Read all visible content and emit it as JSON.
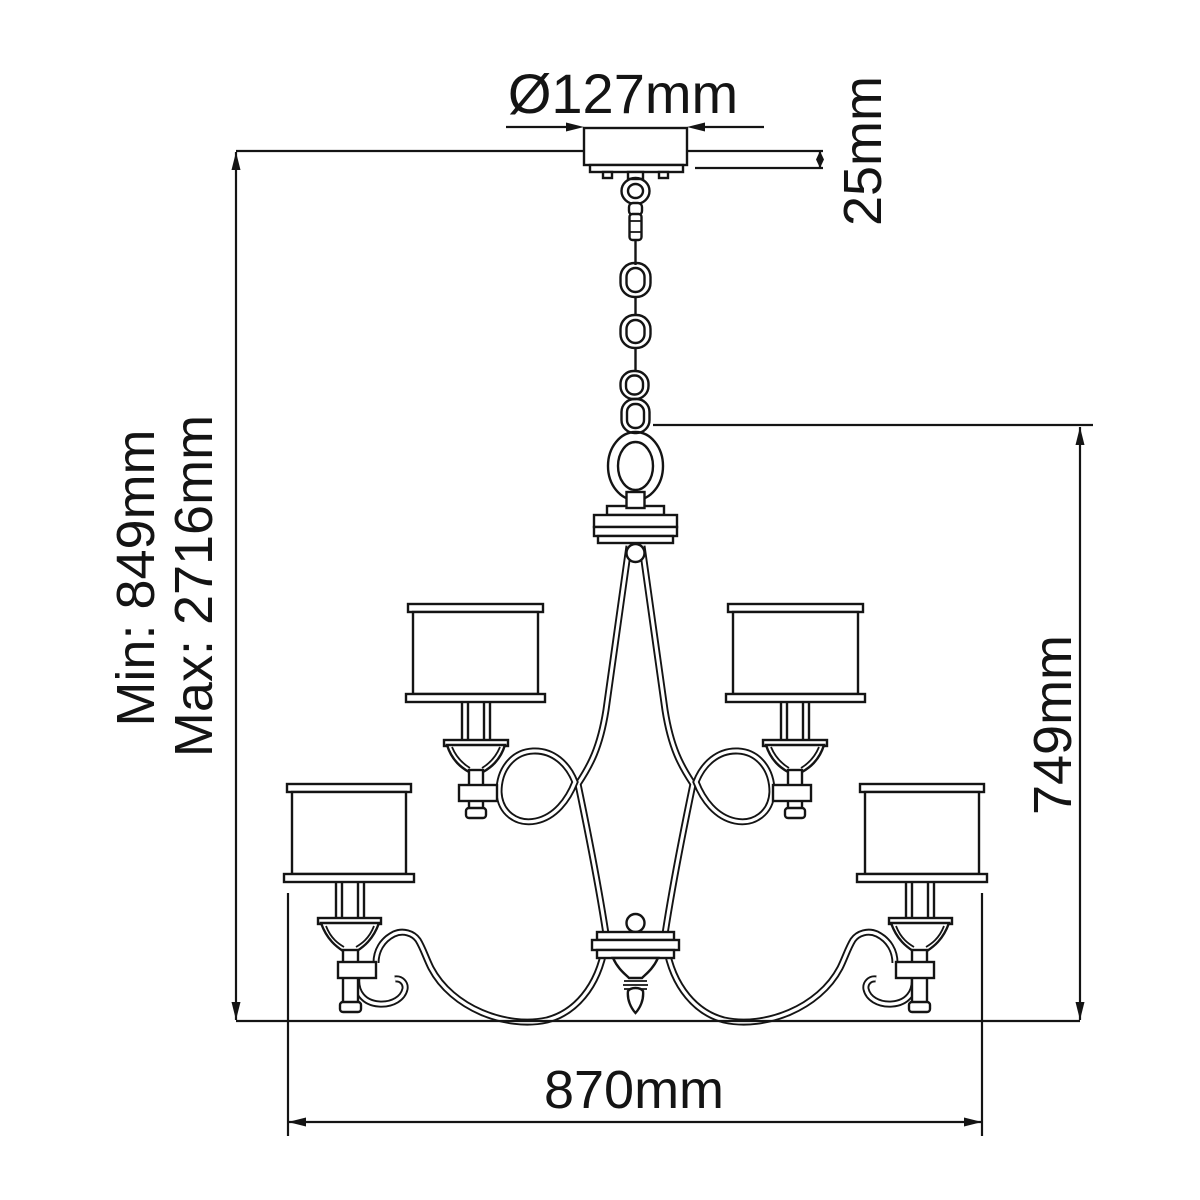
{
  "diagram": {
    "title": "chandelier-dimension-drawing",
    "labels": {
      "canopy_diameter": "Ø127mm",
      "canopy_depth": "25mm",
      "min_drop": "Min: 849mm",
      "max_drop": "Max: 2716mm",
      "body_height": "749mm",
      "body_width": "870mm"
    },
    "colors": {
      "line": "#141414",
      "background": "#ffffff"
    }
  }
}
